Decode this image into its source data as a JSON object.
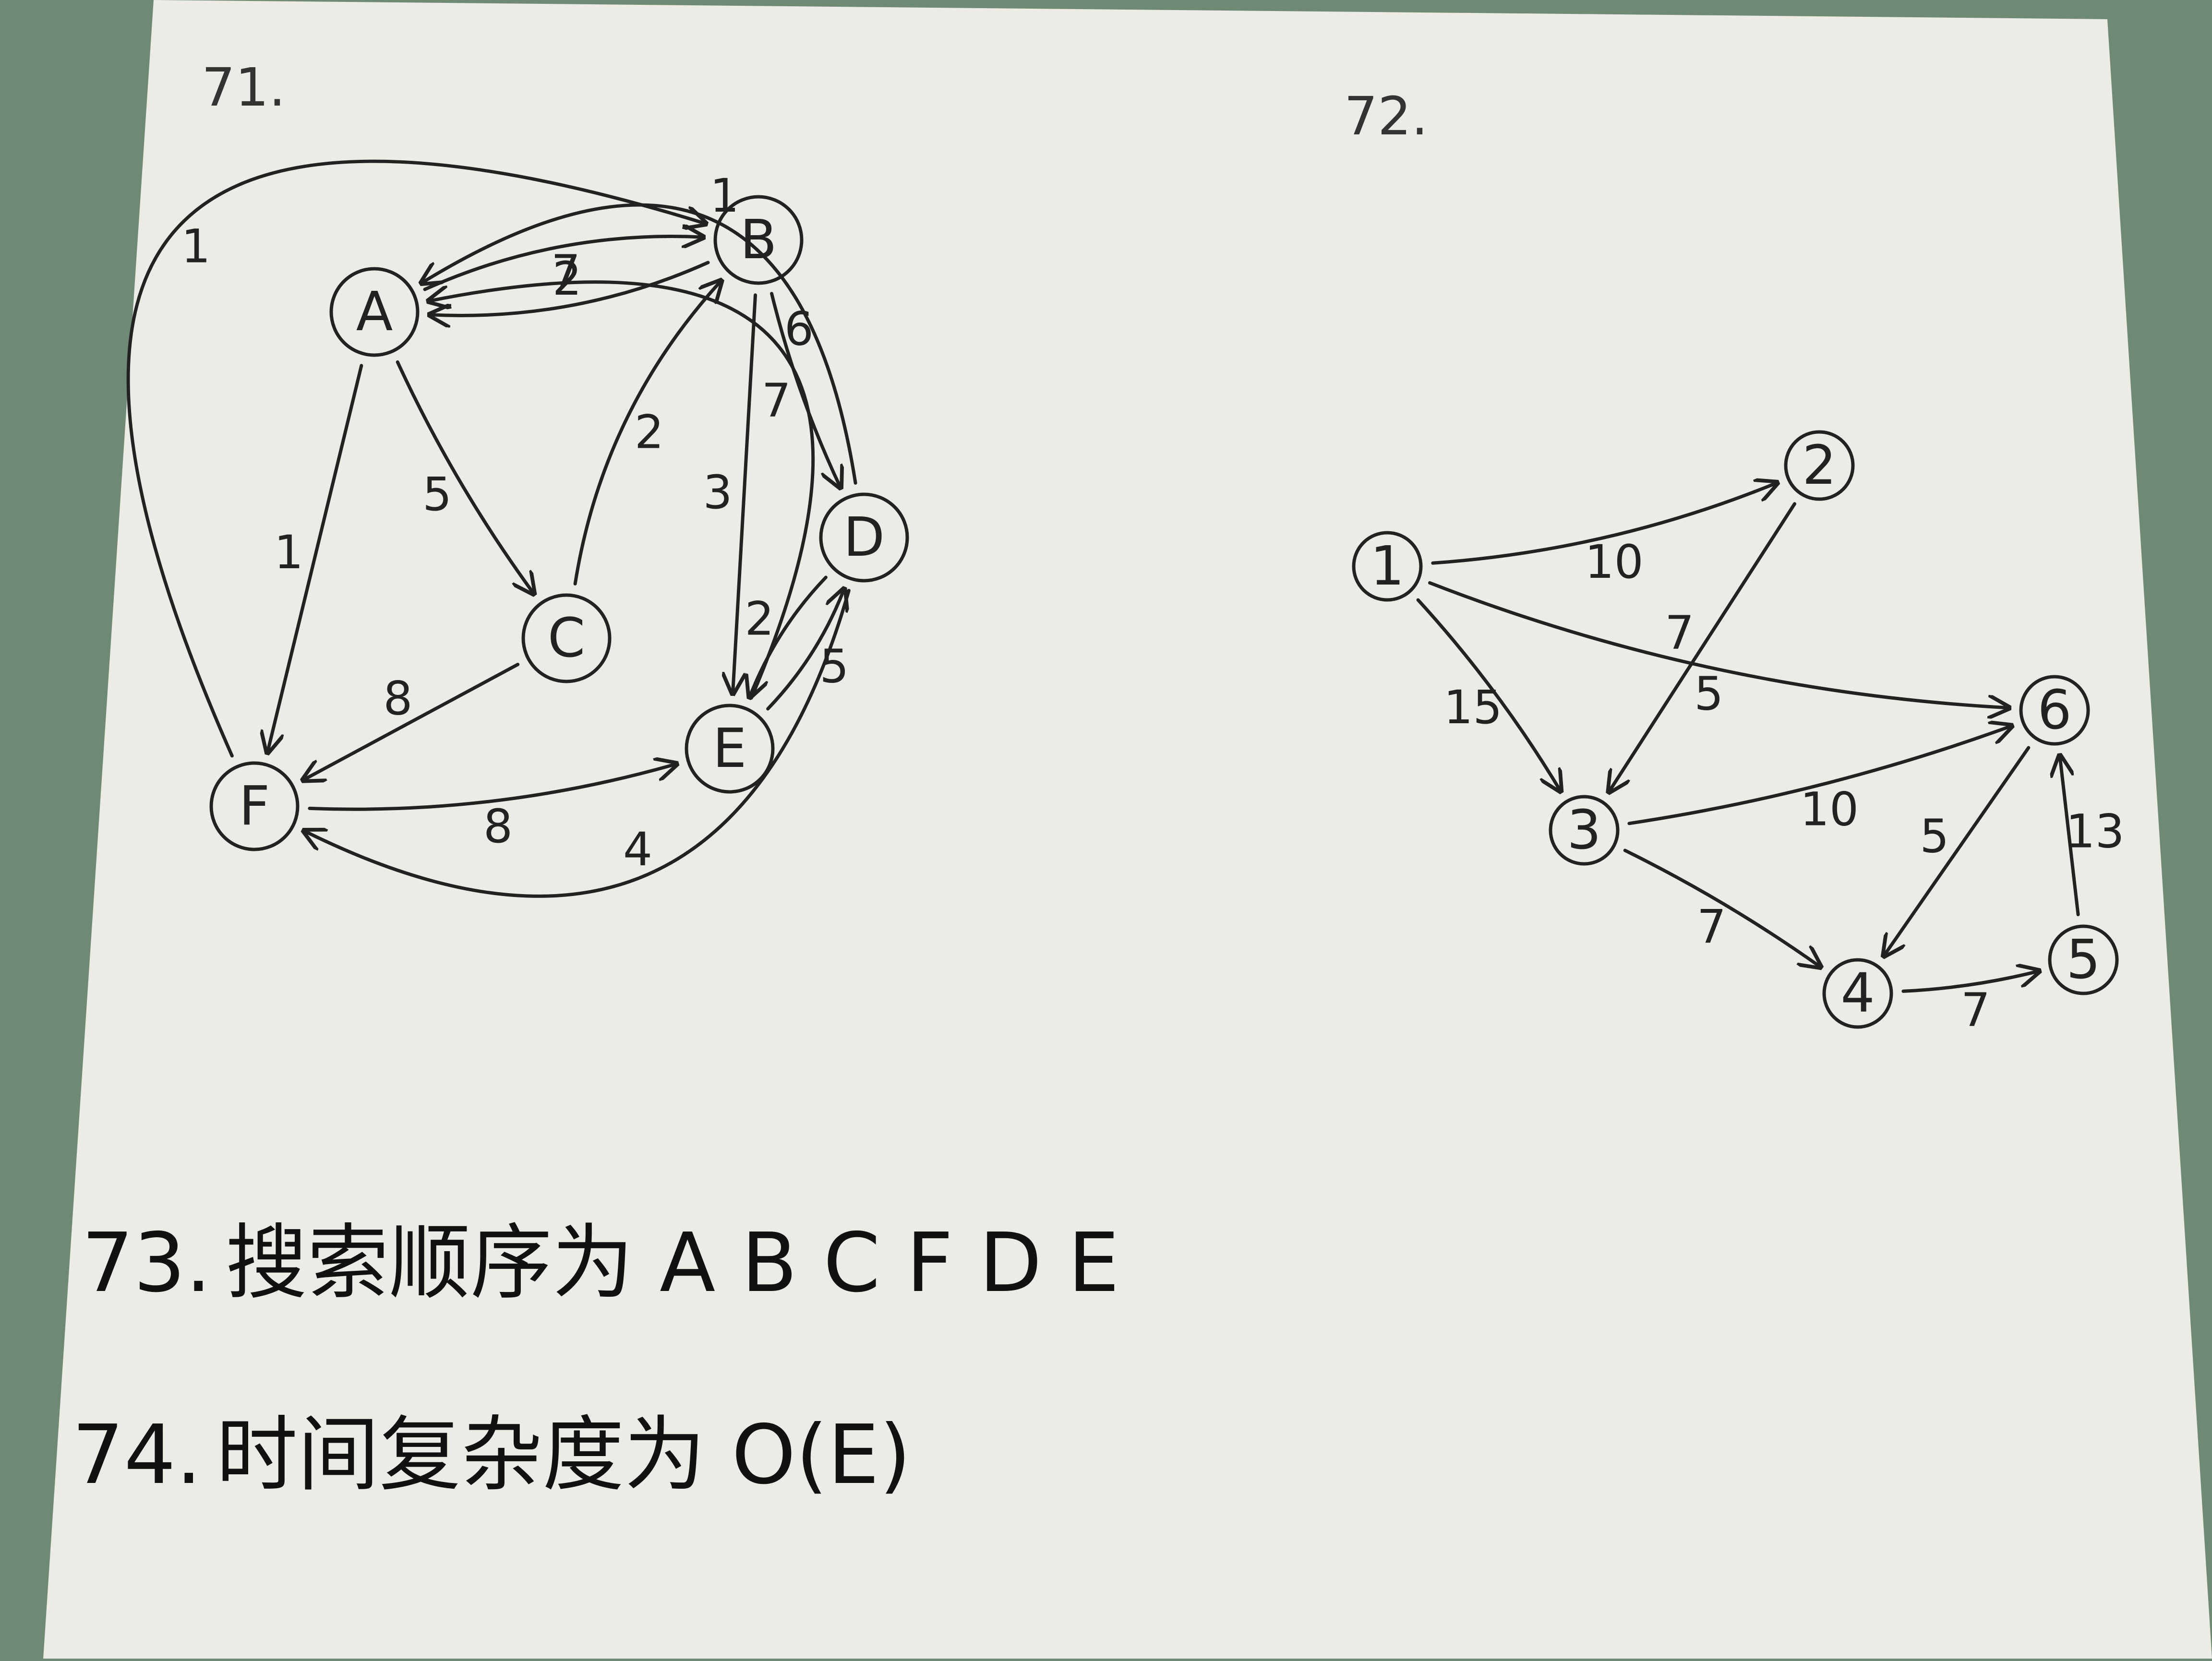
{
  "paper_color": "#ecebe6",
  "background_color": "#6f8a74",
  "ink_color": "#222222",
  "q71": {
    "number": "71.",
    "nodes": [
      {
        "id": "A",
        "label": "A"
      },
      {
        "id": "B",
        "label": "B"
      },
      {
        "id": "C",
        "label": "C"
      },
      {
        "id": "D",
        "label": "D"
      },
      {
        "id": "E",
        "label": "E"
      },
      {
        "id": "F",
        "label": "F"
      }
    ],
    "edges": [
      {
        "from": "A",
        "to": "B",
        "weight": "7"
      },
      {
        "from": "B",
        "to": "A",
        "weight": "2"
      },
      {
        "from": "A",
        "to": "C",
        "weight": "5"
      },
      {
        "from": "A",
        "to": "F",
        "weight": "1"
      },
      {
        "from": "E",
        "to": "A",
        "weight": "6"
      },
      {
        "from": "D",
        "to": "A",
        "weight": "1"
      },
      {
        "from": "C",
        "to": "B",
        "weight": "2"
      },
      {
        "from": "B",
        "to": "E",
        "weight": "3"
      },
      {
        "from": "B",
        "to": "D",
        "weight": "7"
      },
      {
        "from": "D",
        "to": "E",
        "weight": "2"
      },
      {
        "from": "E",
        "to": "D",
        "weight": "5"
      },
      {
        "from": "C",
        "to": "F",
        "weight": "8"
      },
      {
        "from": "F",
        "to": "E",
        "weight": "8"
      },
      {
        "from": "F",
        "to": "B",
        "weight": "1"
      },
      {
        "from": "D",
        "to": "F",
        "weight": "4"
      }
    ]
  },
  "q72": {
    "number": "72.",
    "nodes": [
      {
        "id": "1",
        "label": "1"
      },
      {
        "id": "2",
        "label": "2"
      },
      {
        "id": "3",
        "label": "3"
      },
      {
        "id": "4",
        "label": "4"
      },
      {
        "id": "5",
        "label": "5"
      },
      {
        "id": "6",
        "label": "6"
      }
    ],
    "edges": [
      {
        "from": "1",
        "to": "2",
        "weight": "10"
      },
      {
        "from": "1",
        "to": "6",
        "weight": "5"
      },
      {
        "from": "1",
        "to": "3",
        "weight": "15"
      },
      {
        "from": "2",
        "to": "3",
        "weight": "7"
      },
      {
        "from": "3",
        "to": "6",
        "weight": "10"
      },
      {
        "from": "3",
        "to": "4",
        "weight": "7"
      },
      {
        "from": "6",
        "to": "4",
        "weight": "5"
      },
      {
        "from": "4",
        "to": "5",
        "weight": "7"
      },
      {
        "from": "5",
        "to": "6",
        "weight": "13"
      }
    ]
  },
  "q73": {
    "number": "73.",
    "text": "搜索顺序为 A B C F D E"
  },
  "q74": {
    "number": "74.",
    "text": "时间复杂度为 O(E)"
  }
}
